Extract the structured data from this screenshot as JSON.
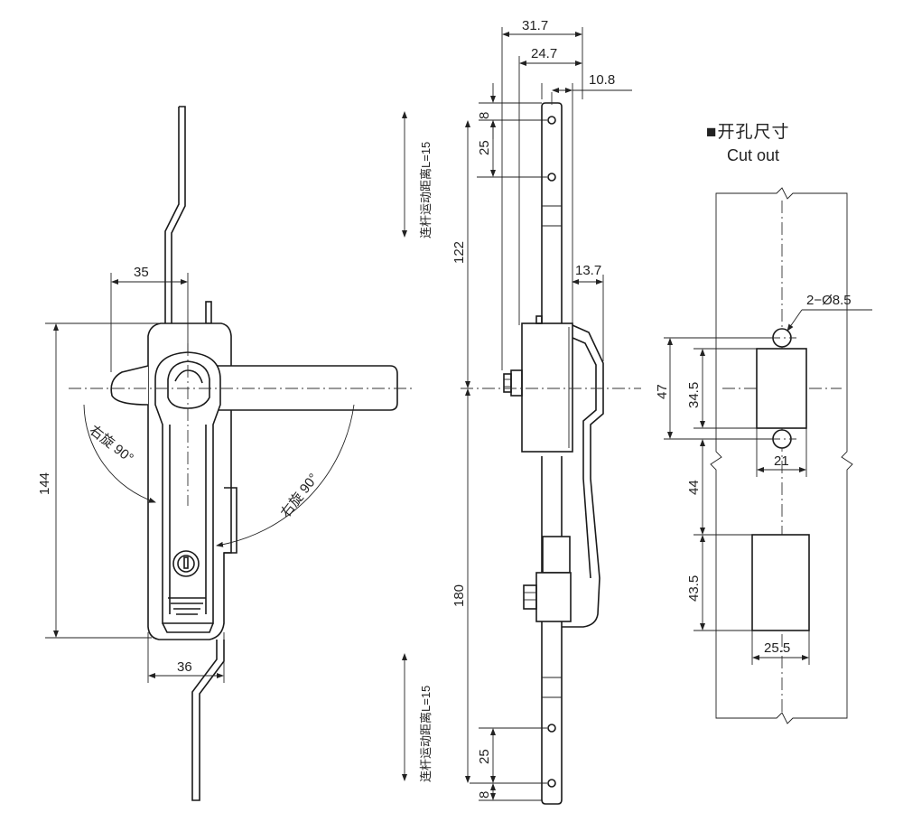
{
  "front_view": {
    "dim_top_width": "35",
    "dim_height": "144",
    "dim_bottom_width": "36",
    "rotate_left": "右旋 90°",
    "rotate_right": "右旋 90°"
  },
  "side_view": {
    "dim_31_7": "31.7",
    "dim_24_7": "24.7",
    "dim_10_8": "10.8",
    "dim_8_top": "8",
    "dim_25_top": "25",
    "dim_122": "122",
    "dim_13_7": "13.7",
    "dim_180": "180",
    "dim_25_bottom": "25",
    "dim_8_bottom": "8",
    "rod_travel_top": "连杆运动距离L=15",
    "rod_travel_bottom": "连杆运动距离L=15"
  },
  "cutout": {
    "title_cn": "■开孔尺寸",
    "title_en": "Cut out",
    "holes": "2−Ø8.5",
    "dim_47": "47",
    "dim_34_5": "34.5",
    "dim_21": "21",
    "dim_44": "44",
    "dim_43_5": "43.5",
    "dim_25_5": "25.5"
  }
}
